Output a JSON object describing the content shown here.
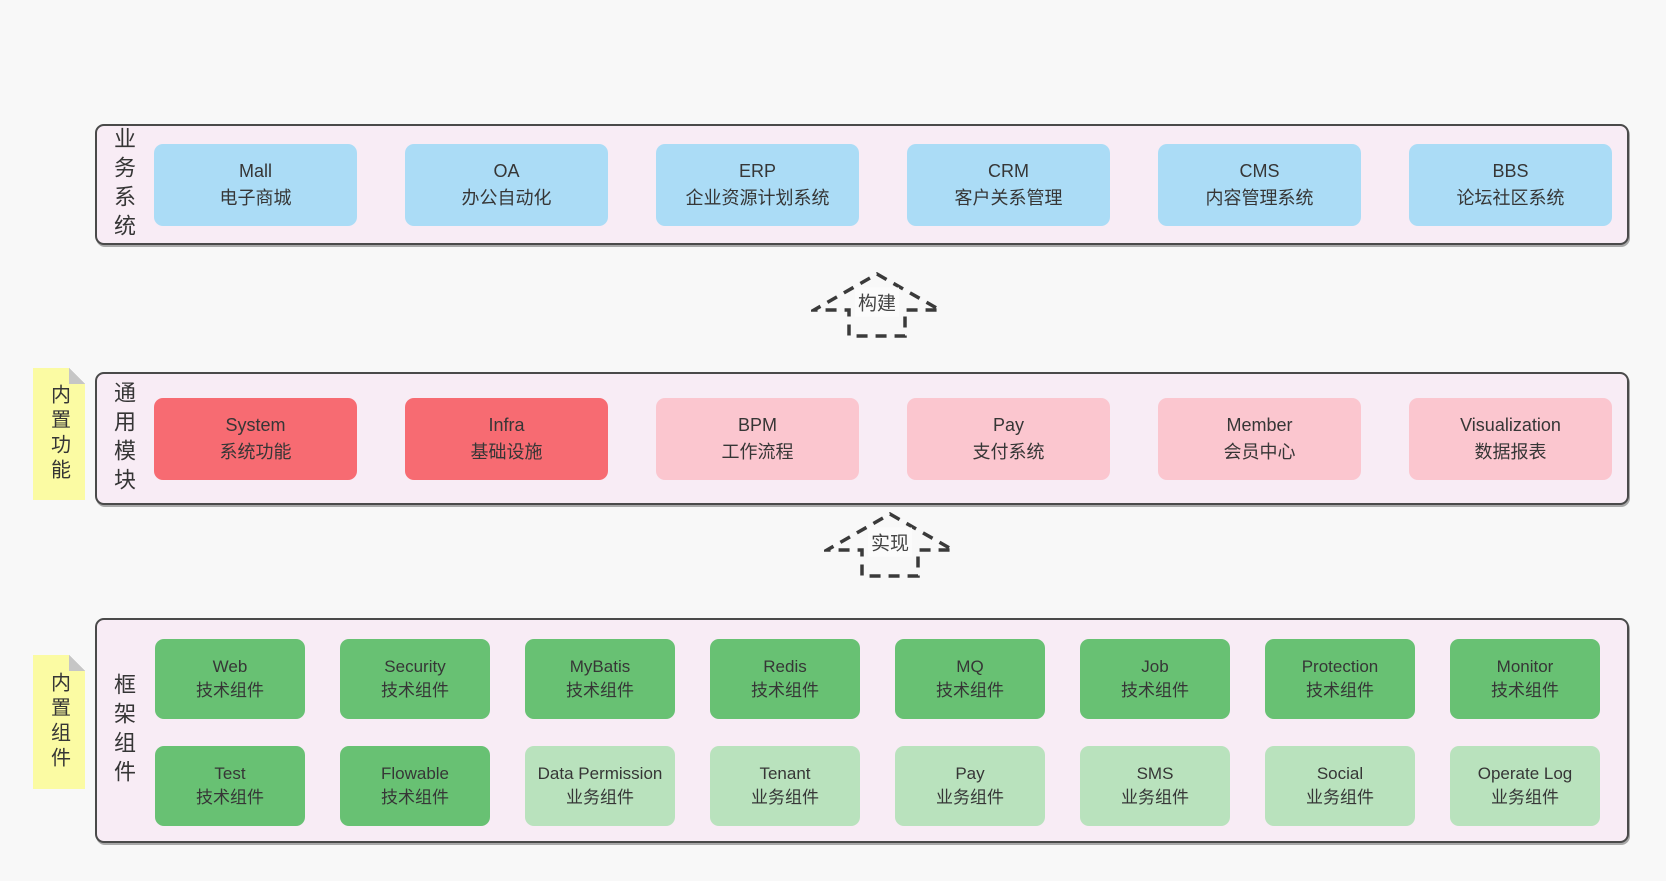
{
  "colors": {
    "page_bg": "#f8f8f8",
    "panel_bg": "#f8ecf5",
    "panel_border": "#4a4a4a",
    "blue_box": "#abdcf6",
    "red_box": "#f76b72",
    "pink_box": "#fbc6cf",
    "green_box": "#68c173",
    "light_green_box": "#b9e2bd",
    "sticky_bg": "#fbfba3",
    "text": "#3a3a3a"
  },
  "arrows": [
    {
      "label": "构建"
    },
    {
      "label": "实现"
    }
  ],
  "sections": {
    "business": {
      "label": "业务系统",
      "boxes": [
        {
          "title": "Mall",
          "subtitle": "电子商城"
        },
        {
          "title": "OA",
          "subtitle": "办公自动化"
        },
        {
          "title": "ERP",
          "subtitle": "企业资源计划系统"
        },
        {
          "title": "CRM",
          "subtitle": "客户关系管理"
        },
        {
          "title": "CMS",
          "subtitle": "内容管理系统"
        },
        {
          "title": "BBS",
          "subtitle": "论坛社区系统"
        }
      ]
    },
    "modules": {
      "label": "通用模块",
      "sticky": "内置功能",
      "boxes": [
        {
          "title": "System",
          "subtitle": "系统功能"
        },
        {
          "title": "Infra",
          "subtitle": "基础设施"
        },
        {
          "title": "BPM",
          "subtitle": "工作流程"
        },
        {
          "title": "Pay",
          "subtitle": "支付系统"
        },
        {
          "title": "Member",
          "subtitle": "会员中心"
        },
        {
          "title": "Visualization",
          "subtitle": "数据报表"
        }
      ]
    },
    "components": {
      "label": "框架组件",
      "sticky": "内置组件",
      "rows": [
        {
          "boxes": [
            {
              "title": "Web",
              "subtitle": "技术组件"
            },
            {
              "title": "Security",
              "subtitle": "技术组件"
            },
            {
              "title": "MyBatis",
              "subtitle": "技术组件"
            },
            {
              "title": "Redis",
              "subtitle": "技术组件"
            },
            {
              "title": "MQ",
              "subtitle": "技术组件"
            },
            {
              "title": "Job",
              "subtitle": "技术组件"
            },
            {
              "title": "Protection",
              "subtitle": "技术组件"
            },
            {
              "title": "Monitor",
              "subtitle": "技术组件"
            }
          ]
        },
        {
          "boxes": [
            {
              "title": "Test",
              "subtitle": "技术组件"
            },
            {
              "title": "Flowable",
              "subtitle": "技术组件"
            },
            {
              "title": "Data Permission",
              "subtitle": "业务组件"
            },
            {
              "title": "Tenant",
              "subtitle": "业务组件"
            },
            {
              "title": "Pay",
              "subtitle": "业务组件"
            },
            {
              "title": "SMS",
              "subtitle": "业务组件"
            },
            {
              "title": "Social",
              "subtitle": "业务组件"
            },
            {
              "title": "Operate Log",
              "subtitle": "业务组件"
            }
          ]
        }
      ]
    }
  }
}
